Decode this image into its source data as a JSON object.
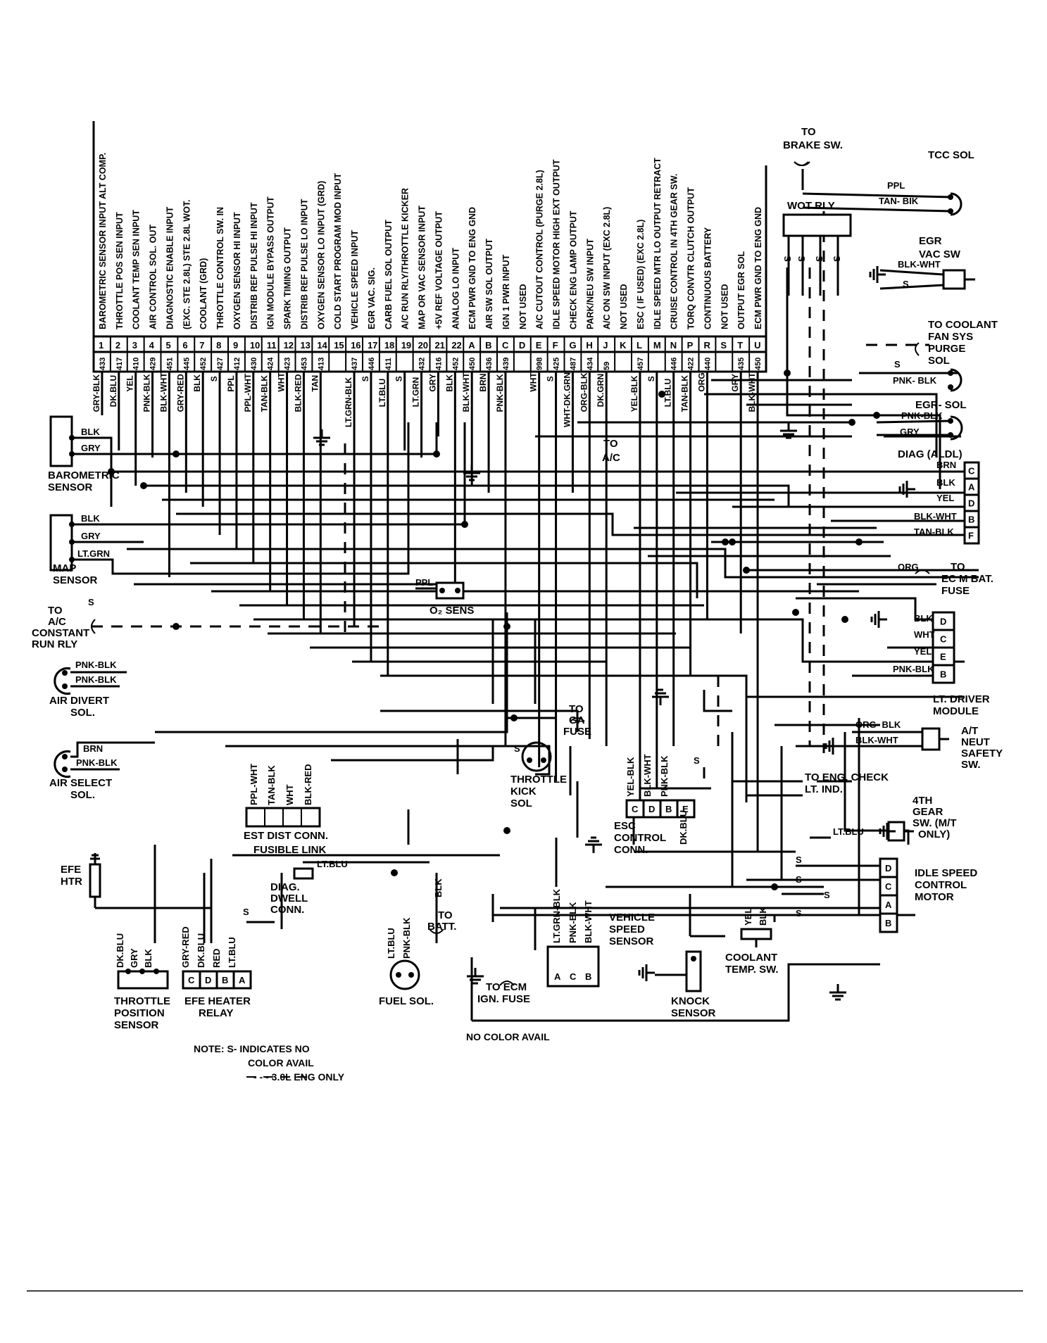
{
  "ecm_pins": [
    {
      "pin": "1",
      "circuit": "433",
      "function": "BAROMETRIC SENSOR INPUT ALT COMP.",
      "wire": "GRY-BLK"
    },
    {
      "pin": "2",
      "circuit": "417",
      "function": "THROTTLE POS SEN INPUT",
      "wire": "DK.BLU"
    },
    {
      "pin": "3",
      "circuit": "410",
      "function": "COOLANT TEMP SEN INPUT",
      "wire": "YEL"
    },
    {
      "pin": "4",
      "circuit": "429",
      "function": "AIR CONTROL SOL. OUT",
      "wire": "PNK-BLK"
    },
    {
      "pin": "5",
      "circuit": "451",
      "function": "DIAGNOSTIC ENABLE INPUT",
      "wire": "BLK-WHT"
    },
    {
      "pin": "6",
      "circuit": "445",
      "function": "(EXC. STE 2.8L) STE 2.8L WOT.",
      "wire": "GRY-RED"
    },
    {
      "pin": "7",
      "circuit": "452",
      "function": "COOLANT (GRD)",
      "wire": "BLK"
    },
    {
      "pin": "8",
      "circuit": "427",
      "function": "THROTTLE CONTROL SW. IN",
      "wire": "S"
    },
    {
      "pin": "9",
      "circuit": "412",
      "function": "OXYGEN SENSOR HI INPUT",
      "wire": "PPL"
    },
    {
      "pin": "10",
      "circuit": "430",
      "function": "DISTRIB REF PULSE HI INPUT",
      "wire": "PPL-WHT"
    },
    {
      "pin": "11",
      "circuit": "424",
      "function": "IGN MODULE BYPASS OUTPUT",
      "wire": "TAN-BLK"
    },
    {
      "pin": "12",
      "circuit": "423",
      "function": "SPARK TIMING OUTPUT",
      "wire": "WHT"
    },
    {
      "pin": "13",
      "circuit": "453",
      "function": "DISTRIB REF PULSE LO INPUT",
      "wire": "BLK-RED"
    },
    {
      "pin": "14",
      "circuit": "413",
      "function": "OXYGEN SENSOR LO INPUT (GRD)",
      "wire": "TAN"
    },
    {
      "pin": "15",
      "circuit": "",
      "function": "COLD START PROGRAM MOD INPUT",
      "wire": ""
    },
    {
      "pin": "16",
      "circuit": "437",
      "function": "VEHICLE SPEED INPUT",
      "wire": "LT.GRN-BLK"
    },
    {
      "pin": "17",
      "circuit": "446",
      "function": "EGR VAC. SIG.",
      "wire": "S"
    },
    {
      "pin": "18",
      "circuit": "411",
      "function": "CARB FUEL SOL OUTPUT",
      "wire": "LT.BLU"
    },
    {
      "pin": "19",
      "circuit": "",
      "function": "A/C RUN RLY/THROTTLE KICKER",
      "wire": "S"
    },
    {
      "pin": "20",
      "circuit": "432",
      "function": "MAP OR VAC SENSOR INPUT",
      "wire": "LT.GRN"
    },
    {
      "pin": "21",
      "circuit": "416",
      "function": "+5V REF VOLTAGE OUTPUT",
      "wire": "GRY"
    },
    {
      "pin": "22",
      "circuit": "452",
      "function": "ANALOG LO INPUT",
      "wire": "BLK"
    },
    {
      "pin": "A",
      "circuit": "450",
      "function": "ECM PWR GND TO ENG GND",
      "wire": "BLK-WHT"
    },
    {
      "pin": "B",
      "circuit": "436",
      "function": "AIR SW SOL OUTPUT",
      "wire": "BRN"
    },
    {
      "pin": "C",
      "circuit": "439",
      "function": "IGN 1 PWR INPUT",
      "wire": "PNK-BLK"
    },
    {
      "pin": "D",
      "circuit": "",
      "function": "NOT USED",
      "wire": ""
    },
    {
      "pin": "E",
      "circuit": "998",
      "function": "A/C CUTOUT CONTROL (PURGE 2.8L)",
      "wire": "WHT"
    },
    {
      "pin": "F",
      "circuit": "425",
      "function": "IDLE SPEED MOTOR HIGH EXT OUTPUT",
      "wire": "S"
    },
    {
      "pin": "G",
      "circuit": "487",
      "function": "CHECK ENG LAMP OUTPUT",
      "wire": "WHT-DK.GRN"
    },
    {
      "pin": "H",
      "circuit": "434",
      "function": "PARK/NEU SW INPUT",
      "wire": "ORG-BLK"
    },
    {
      "pin": "J",
      "circuit": "59",
      "function": "A/C ON SW INPUT (EXC 2.8L)",
      "wire": "DK.GRN"
    },
    {
      "pin": "K",
      "circuit": "",
      "function": "NOT USED",
      "wire": ""
    },
    {
      "pin": "L",
      "circuit": "457",
      "function": "ESC ( IF USED) (EXC 2.8L)",
      "wire": "YEL-BLK"
    },
    {
      "pin": "M",
      "circuit": "",
      "function": "IDLE SPEED MTR LO OUTPUT RETRACT",
      "wire": "S"
    },
    {
      "pin": "N",
      "circuit": "446",
      "function": "CRUISE CONTROL IN 4TH GEAR SW.",
      "wire": "LT.BLU"
    },
    {
      "pin": "P",
      "circuit": "422",
      "function": "TORQ CONVTR CLUTCH OUTPUT",
      "wire": "TAN-BLK"
    },
    {
      "pin": "R",
      "circuit": "440",
      "function": "CONTINUOUS BATTERY",
      "wire": "ORG"
    },
    {
      "pin": "S",
      "circuit": "",
      "function": "NOT USED",
      "wire": ""
    },
    {
      "pin": "T",
      "circuit": "435",
      "function": "OUTPUT EGR SOL",
      "wire": "GRY"
    },
    {
      "pin": "U",
      "circuit": "450",
      "function": "ECM PWR GND TO ENG GND",
      "wire": "BLK-WHT"
    }
  ],
  "extra_wire_labels": {
    "tcc_ppl": "PPL",
    "tcc_tanblk": "TAN- BIK",
    "egrvac_blkwht": "BLK-WHT",
    "egrvac_s": "S",
    "purge_s": "S",
    "purge_pnkblk": "PNK- BLK",
    "egrsol_pnkblk": "PNK-BLK",
    "egrsol_gry": "GRY",
    "diag_brn": "BRN",
    "diag_blk": "BLK",
    "diag_yel": "YEL",
    "diag_blkwht": "BLK-WHT",
    "diag_tanblk": "TAN-BLK",
    "baro_blk": "BLK",
    "baro_gry": "GRY",
    "map_blk": "BLK",
    "map_gry": "GRY",
    "map_ltgrn": "LT.GRN",
    "o2_ppl": "PPL",
    "ac_s": "S",
    "airdiv_pnkblk1": "PNK-BLK",
    "airdiv_pnkblk2": "PNK-BLK",
    "airsel_brn": "BRN",
    "airsel_pnkblk": "PNK-BLK",
    "ecmbat_org": "ORG",
    "ltd_blk": "BLK",
    "ltd_wht": "WHT",
    "ltd_yel": "YEL",
    "ltd_pnkblk": "PNK-BLK",
    "neut_orgblk": "ORG- BLK",
    "neut_blkwht": "BLK-WHT",
    "gear4_ltblu": "LT.BLU",
    "isc_s1": "S",
    "isc_s2": "S",
    "isc_s3": "S",
    "isc_s4": "S",
    "tps_dkblu": "DK.BLU",
    "tps_gry": "GRY",
    "tps_blk": "BLK",
    "efe_gryred": "GRY-RED",
    "efe_dkblu": "DK.BLU",
    "efe_red": "RED",
    "efe_ltblu": "LT.BLU",
    "efe_s": "S",
    "fuel_ltblu": "LT.BLU",
    "fuel_pnkblk": "PNK-BLK",
    "batt_blk": "BLK",
    "dwell_ltblu": "LT.BLU",
    "vss_ltgrnblk": "LT.GRN-BLK",
    "vss_pnkblk": "PNK-BLK",
    "vss_blkwht": "BLK-WHT",
    "esc_yelblk": "YEL-BLK",
    "esc_blkwht": "BLK-WHT",
    "esc_pnkblk": "PNK-BLK",
    "esc_s": "S",
    "esc_dkblu": "DK.BLU",
    "cts_yel": "YEL",
    "cts_blk": "BLK",
    "est_pplwht": "PPL-WHT",
    "est_tanblk": "TAN-BLK",
    "est_wht": "WHT",
    "est_blkred": "BLK-RED",
    "throttlekick_s": "S",
    "wot_s1": "S",
    "wot_s2": "S",
    "wot_s3": "S",
    "wot_s4": "S",
    "toac": "TO",
    "toac2": "A/C",
    "fusible": "FUSIBLE LINK"
  },
  "components": {
    "to_brake_sw": [
      "TO",
      "BRAKE SW."
    ],
    "tcc_sol": "TCC  SOL",
    "wot_rly": "WOT RLY",
    "egr_vac_sw": [
      "EGR",
      "VAC SW"
    ],
    "to_coolant_fan": [
      "TO COOLANT",
      "FAN SYS",
      "PURGE",
      "SOL"
    ],
    "egr_sol": "EGR- SOL",
    "diag_aldl": "DIAG (ALDL)",
    "diag_pins": [
      "C",
      "A",
      "D",
      "B",
      "F"
    ],
    "barometric_sensor": [
      "BAROMETRIC",
      "SENSOR"
    ],
    "map_sensor": [
      "MAP",
      "SENSOR"
    ],
    "to_ac_relay": [
      "TO",
      "A/C",
      "CONSTANT",
      "RUN RLY"
    ],
    "o2_sens": "O₂ SENS",
    "to_ecm_bat_fuse": [
      "TO",
      "EC M BAT.",
      "FUSE"
    ],
    "lt_driver_module": [
      "LT. DRIVER",
      "MODULE"
    ],
    "lt_driver_pins": [
      "D",
      "C",
      "E",
      "B"
    ],
    "air_divert_sol": [
      "AIR DIVERT",
      "SOL."
    ],
    "to_ga_fuse": [
      "TO",
      "GA",
      "FUSE"
    ],
    "throttle_kick_sol": [
      "THROTTLE",
      "KICK",
      "SOL"
    ],
    "at_neut_safety_sw": [
      "A/T",
      "NEUT",
      "SAFETY",
      "SW."
    ],
    "to_eng_check": [
      "TO ENG. CHECK",
      "LT. IND."
    ],
    "air_select_sol": [
      "AIR SELECT",
      "SOL."
    ],
    "est_dist_conn": "EST DIST CONN.",
    "esc_control_conn": [
      "ESC",
      "CONTROL",
      "CONN."
    ],
    "esc_pins": [
      "C",
      "D",
      "B",
      "E"
    ],
    "gear4_sw": [
      "4TH",
      "GEAR",
      "SW. (M/T",
      "ONLY)"
    ],
    "efe_htr": [
      "EFE",
      "HTR"
    ],
    "diag_dwell_conn": [
      "DIAG.",
      "DWELL",
      "CONN."
    ],
    "to_batt": [
      "TO",
      "BATT."
    ],
    "idle_speed_motor": [
      "IDLE SPEED",
      "CONTROL",
      "MOTOR"
    ],
    "isc_pins": [
      "D",
      "C",
      "A",
      "B"
    ],
    "vehicle_speed_sensor": [
      "VEHICLE",
      "SPEED",
      "SENSOR"
    ],
    "vss_pins": [
      "A",
      "C",
      "B"
    ],
    "coolant_temp_sw": [
      "COOLANT",
      "TEMP. SW."
    ],
    "knock_sensor": [
      "KNOCK",
      "SENSOR"
    ],
    "throttle_position_sensor": [
      "THROTTLE",
      "POSITION",
      "SENSOR"
    ],
    "efe_heater_relay": [
      "EFE HEATER",
      "RELAY"
    ],
    "efe_pins": [
      "C",
      "D",
      "B",
      "A"
    ],
    "fuel_sol": "FUEL SOL.",
    "to_ecm_ign_fuse": [
      "TO ECM",
      "IGN. FUSE"
    ]
  },
  "notes": {
    "note1": "NOTE: S- INDICATES NO",
    "note2": "COLOR AVAIL",
    "note3": "- - -   3.0L ENG ONLY",
    "no_color": "NO COLOR AVAIL"
  }
}
